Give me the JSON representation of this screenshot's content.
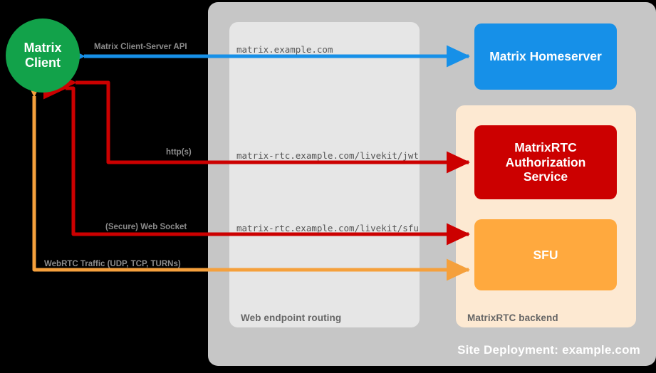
{
  "diagram": {
    "title": "Site Deployment: example.com",
    "background_color": "#000000"
  },
  "panels": {
    "deployment": {
      "caption": "Site Deployment: example.com",
      "color": "#c6c6c6"
    },
    "routing": {
      "caption": "Web endpoint routing",
      "color": "#e6e6e6"
    },
    "backend": {
      "caption": "MatrixRTC backend",
      "color": "#fde9d2"
    }
  },
  "nodes": {
    "client": {
      "label_line1": "Matrix",
      "label_line2": "Client",
      "color": "#12a24a",
      "shape": "circle"
    },
    "homeserver": {
      "label": "Matrix Homeserver",
      "color": "#1690e8",
      "shape": "rounded-rect"
    },
    "auth_service": {
      "label_line1": "MatrixRTC",
      "label_line2": "Authorization",
      "label_line3": "Service",
      "color": "#cc0000",
      "shape": "rounded-rect"
    },
    "sfu": {
      "label": "SFU",
      "color": "#ffa93e",
      "shape": "rounded-rect"
    }
  },
  "connections": [
    {
      "id": "client-server-api",
      "label": "Matrix Client-Server API",
      "endpoint": "matrix.example.com",
      "color": "#1690e8",
      "direction": "bidirectional",
      "from": "Matrix Client",
      "to": "Matrix Homeserver"
    },
    {
      "id": "http-jwt",
      "label": "http(s)",
      "endpoint": "matrix-rtc.example.com/livekit/jwt",
      "color": "#cc0000",
      "direction": "bidirectional",
      "from": "Matrix Client",
      "to": "MatrixRTC Authorization Service"
    },
    {
      "id": "secure-websocket",
      "label": "(Secure) Web Socket",
      "endpoint": "matrix-rtc.example.com/livekit/sfu",
      "color": "#cc0000",
      "direction": "bidirectional",
      "from": "Matrix Client",
      "to": "SFU"
    },
    {
      "id": "webrtc-traffic",
      "label": "WebRTC Traffic (UDP, TCP, TURNs)",
      "endpoint": "",
      "color": "#f5a03c",
      "direction": "bidirectional",
      "from": "Matrix Client",
      "to": "SFU"
    }
  ]
}
